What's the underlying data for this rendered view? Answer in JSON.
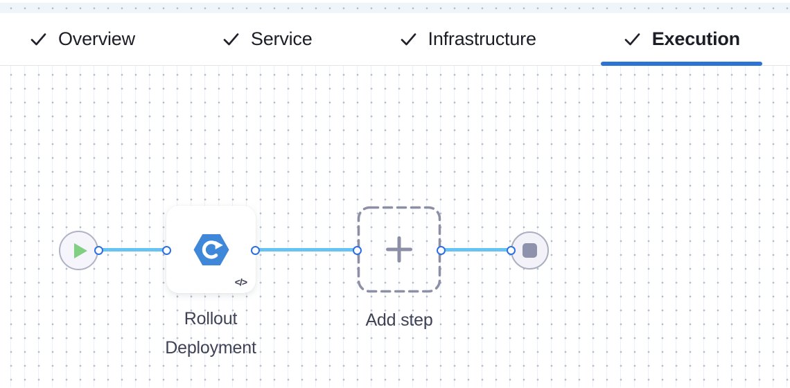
{
  "tabs": {
    "items": [
      {
        "label": "Overview",
        "checked": true,
        "active": false
      },
      {
        "label": "Service",
        "checked": true,
        "active": false
      },
      {
        "label": "Infrastructure",
        "checked": true,
        "active": false
      },
      {
        "label": "Execution",
        "checked": true,
        "active": true
      }
    ],
    "active_tab": "Execution"
  },
  "pipeline": {
    "start_node": {
      "type": "start",
      "icon": "play-icon"
    },
    "steps": [
      {
        "name": "Rollout Deployment",
        "icon": "rollout-deployment-icon",
        "badge_icon": "code-icon",
        "badge_glyph": "</>"
      },
      {
        "name": "Add step",
        "icon": "plus-icon",
        "placeholder": true
      }
    ],
    "end_node": {
      "type": "stop",
      "icon": "stop-icon"
    },
    "connectors": 3,
    "ports": 6
  },
  "colors": {
    "active_tab_underline": "#2b74d4",
    "connector_line": "#66c3f3",
    "port_ring": "#2b6fe2",
    "step_icon_blue": "#3f87d9",
    "play_green": "#7fd181",
    "placeholder_gray": "#8d8fa6",
    "node_fill": "#f5f5fb",
    "node_border": "#b0b2c6",
    "label_text": "#3f4156",
    "tab_text": "#1c1d26",
    "grid_dot": "#b4bac6",
    "grid_line": "#e9f2f9"
  }
}
